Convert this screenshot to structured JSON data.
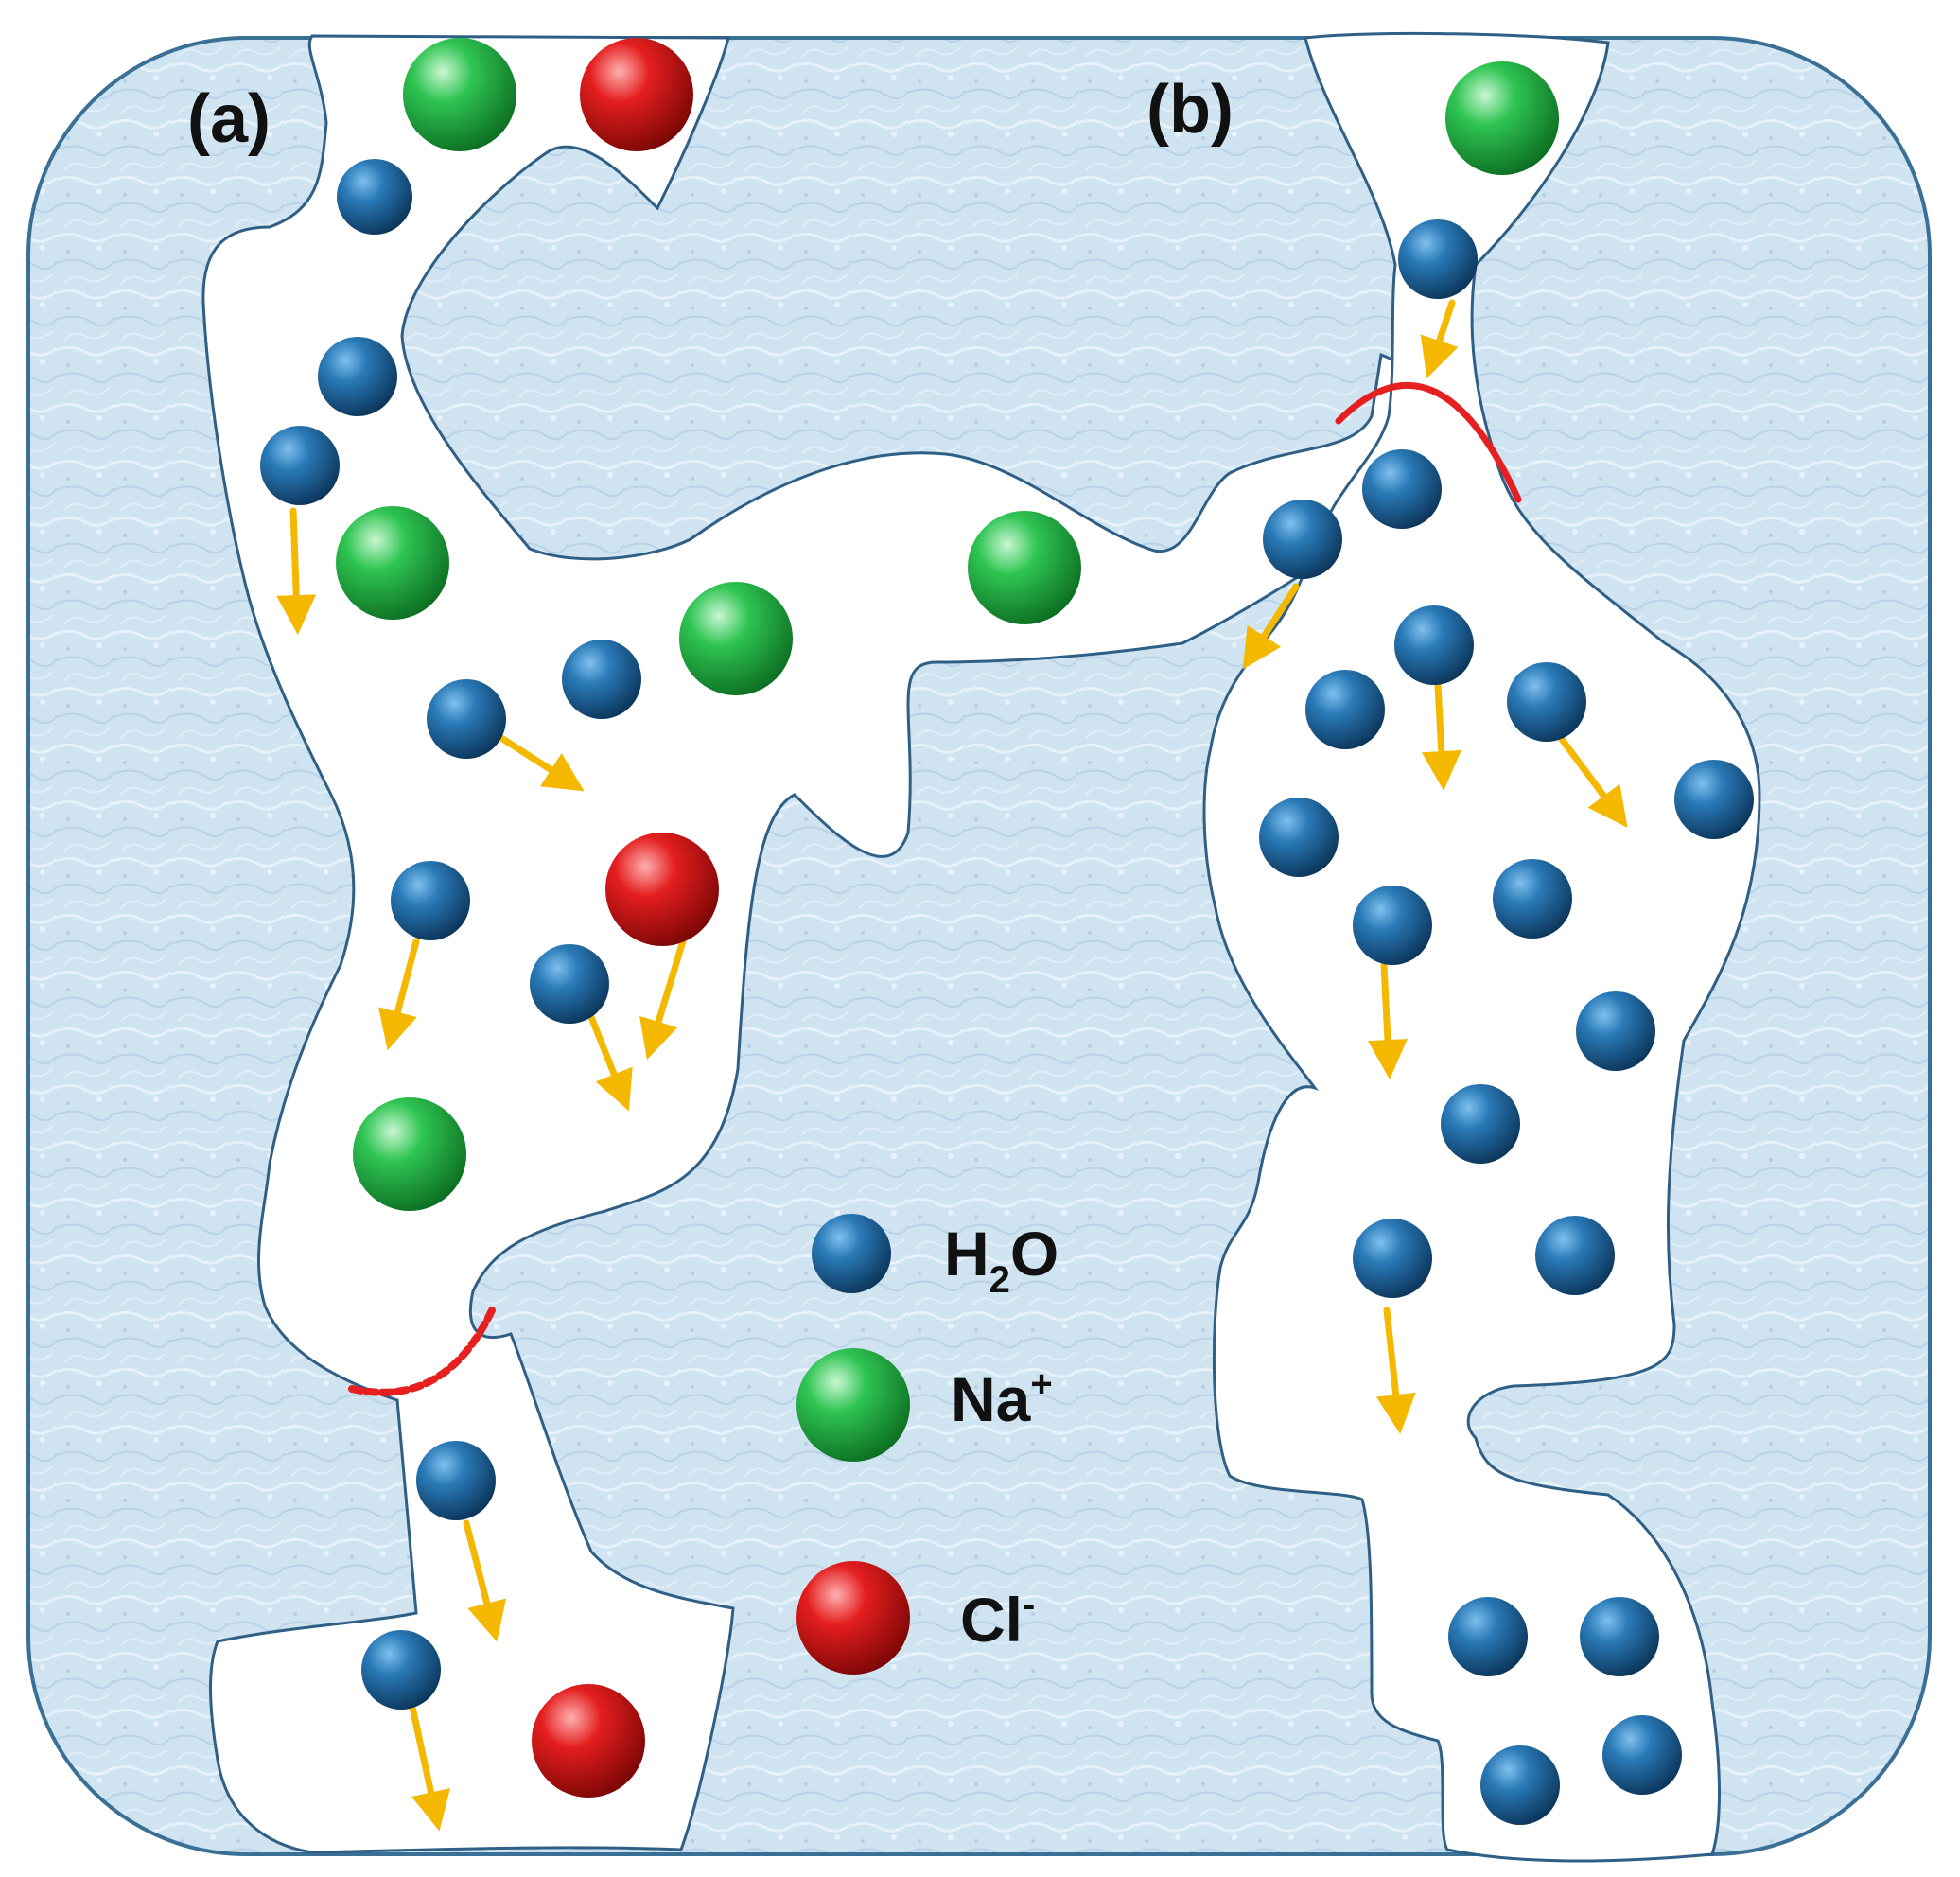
{
  "panels": [
    {
      "label": "(a)"
    },
    {
      "label": "(b)"
    }
  ],
  "legend": {
    "water": {
      "base": "H",
      "sub": "2",
      "tail": "O"
    },
    "sodium": {
      "base": "Na",
      "sup": "+"
    },
    "chloride": {
      "base": "Cl",
      "sup": "-"
    }
  },
  "particle_types": [
    {
      "name": "H2O",
      "color": "#1f6ea8"
    },
    {
      "name": "Na+",
      "color": "#2db84a"
    },
    {
      "name": "Cl-",
      "color": "#e01b1b"
    }
  ],
  "colors": {
    "background_tile": "#cfe3f1",
    "background_outline": "#3a6f96",
    "pore": "#ffffff",
    "arrow": "#f5b800",
    "constriction": "#e62020"
  }
}
